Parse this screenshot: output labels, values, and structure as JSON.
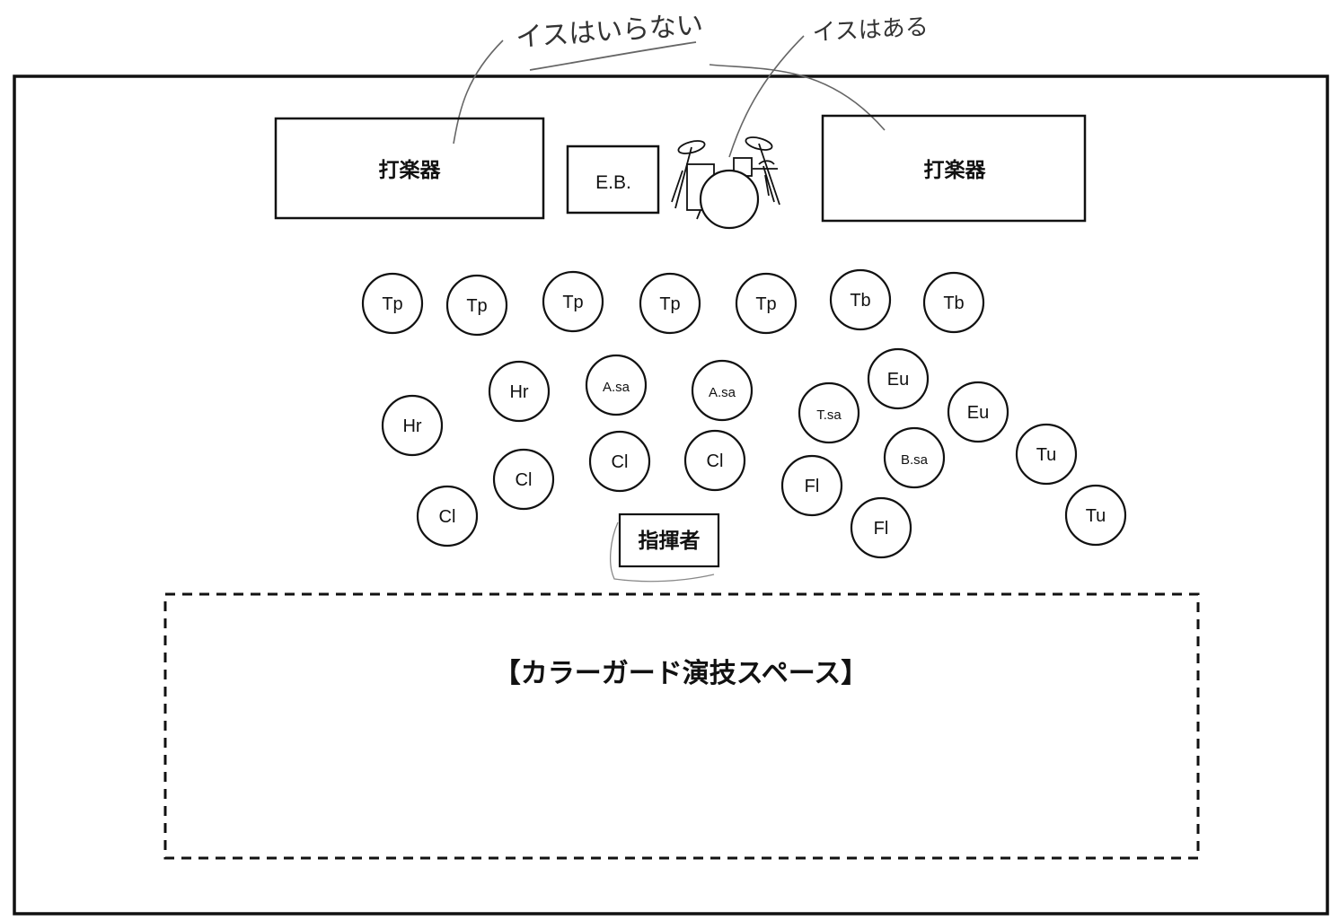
{
  "annotations": {
    "no_chairs_needed": "イスはいらない",
    "chair_available": "イスはある"
  },
  "stage": {
    "percussion_left": "打楽器",
    "electric_bass": "E.B.",
    "drum_kit_icon": "drum-kit-icon",
    "percussion_right": "打楽器",
    "conductor": "指揮者",
    "color_guard_space": "【カラーガード演技スペース】"
  },
  "seats": [
    "Tp",
    "Tp",
    "Tp",
    "Tp",
    "Tp",
    "Tb",
    "Tb",
    "Hr",
    "A.sa",
    "A.sa",
    "Eu",
    "Hr",
    "T.sa",
    "Eu",
    "Cl",
    "Cl",
    "Cl",
    "B.sa",
    "Tu",
    "Cl",
    "Fl",
    "Fl",
    "Tu"
  ]
}
